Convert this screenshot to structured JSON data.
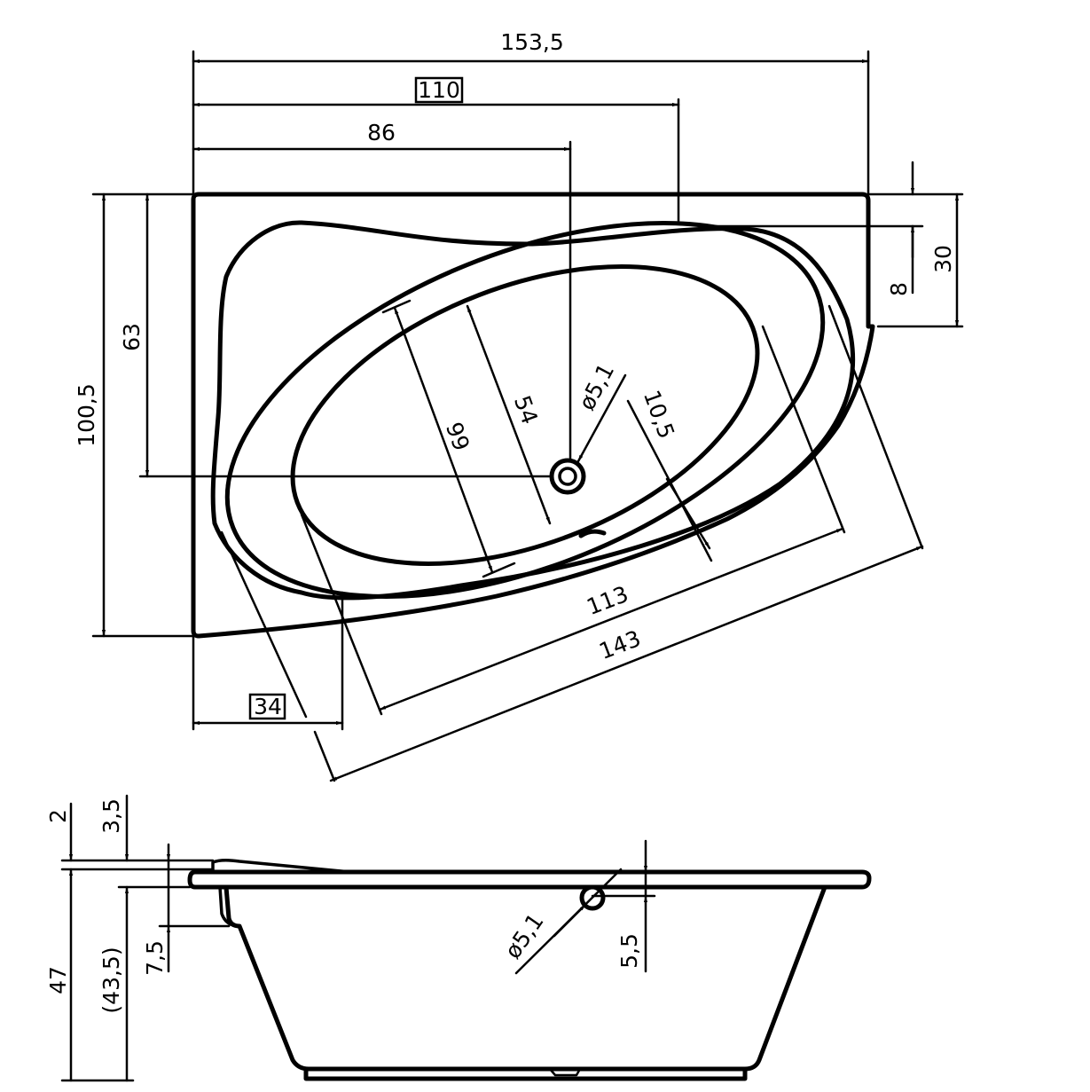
{
  "top_view": {
    "overall_length": "153,5",
    "length_to_overflow_edge": "110",
    "drain_position": "86",
    "overall_width": "100,5",
    "drain_from_front": "63",
    "corner_offset_small": "8",
    "corner_offset_large": "30",
    "inner_width": "99",
    "floor_width": "54",
    "drain_diameter": "ø5,1",
    "overflow_offset": "10,5",
    "floor_length": "113",
    "inner_length": "143",
    "left_corner_width": "34"
  },
  "side_view": {
    "rim_thickness": "2",
    "rim_height_right": "3,5",
    "overall_height": "47",
    "inner_depth": "(43,5)",
    "lip_height": "7,5",
    "overflow_diameter": "ø5,1",
    "overflow_offset": "5,5"
  }
}
